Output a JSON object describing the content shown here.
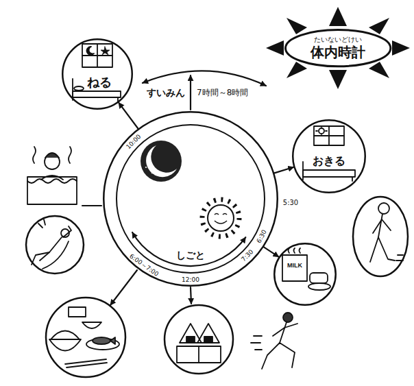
{
  "diagram": {
    "nodes": [
      {
        "text": [
          "たいないどけい",
          "体内時計"
        ]
      },
      {
        "text": [
          "しごと"
        ]
      },
      {
        "text": [
          "ねる"
        ]
      },
      {
        "text": [
          "おきる"
        ]
      },
      {
        "text": [
          "MILK"
        ]
      }
    ],
    "edges": [
      {
        "from": 1,
        "to": 2,
        "arrow": "to"
      },
      {
        "from": 1,
        "to": 3,
        "arrow": "to"
      },
      {
        "from": 1,
        "to": 4,
        "arrow": "to"
      }
    ],
    "labels": [
      "すいみん",
      "7時間～8時間",
      "10:00",
      "5:30",
      "6:30",
      "7:30",
      "12:00",
      "6:00～7:00"
    ]
  }
}
